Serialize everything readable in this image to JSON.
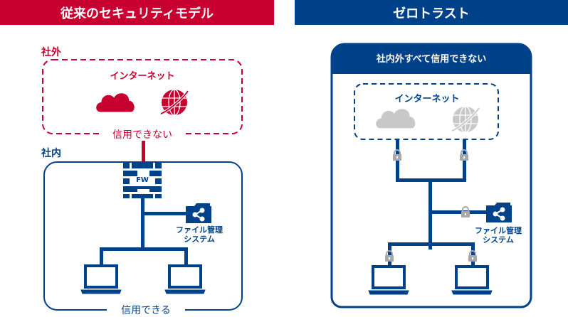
{
  "left_panel": {
    "title": "従来のセキュリティモデル",
    "outside_label": "社外",
    "internet_label": "インターネット",
    "untrusted_label": "信用できない",
    "inside_label": "社内",
    "firewall_label": "FW",
    "file_system_label_line1": "ファイル管理",
    "file_system_label_line2": "システム",
    "trusted_label": "信用できる",
    "icons": [
      "cloud-icon",
      "globe-icon",
      "firewall-icon",
      "shared-folder-icon",
      "laptop-icon",
      "laptop-icon"
    ]
  },
  "right_panel": {
    "title": "ゼロトラスト",
    "box_header": "社内外すべて信用できない",
    "internet_label": "インターネット",
    "file_system_label_line1": "ファイル管理",
    "file_system_label_line2": "システム",
    "icons": [
      "cloud-icon",
      "globe-icon",
      "lock-icon",
      "lock-icon",
      "lock-icon",
      "lock-icon",
      "lock-icon",
      "shared-folder-icon",
      "laptop-icon",
      "laptop-icon"
    ]
  },
  "colors": {
    "red": "#c8002f",
    "blue": "#00428a",
    "gray": "#b4b4b4",
    "lock_gray": "#a8a8a8"
  }
}
